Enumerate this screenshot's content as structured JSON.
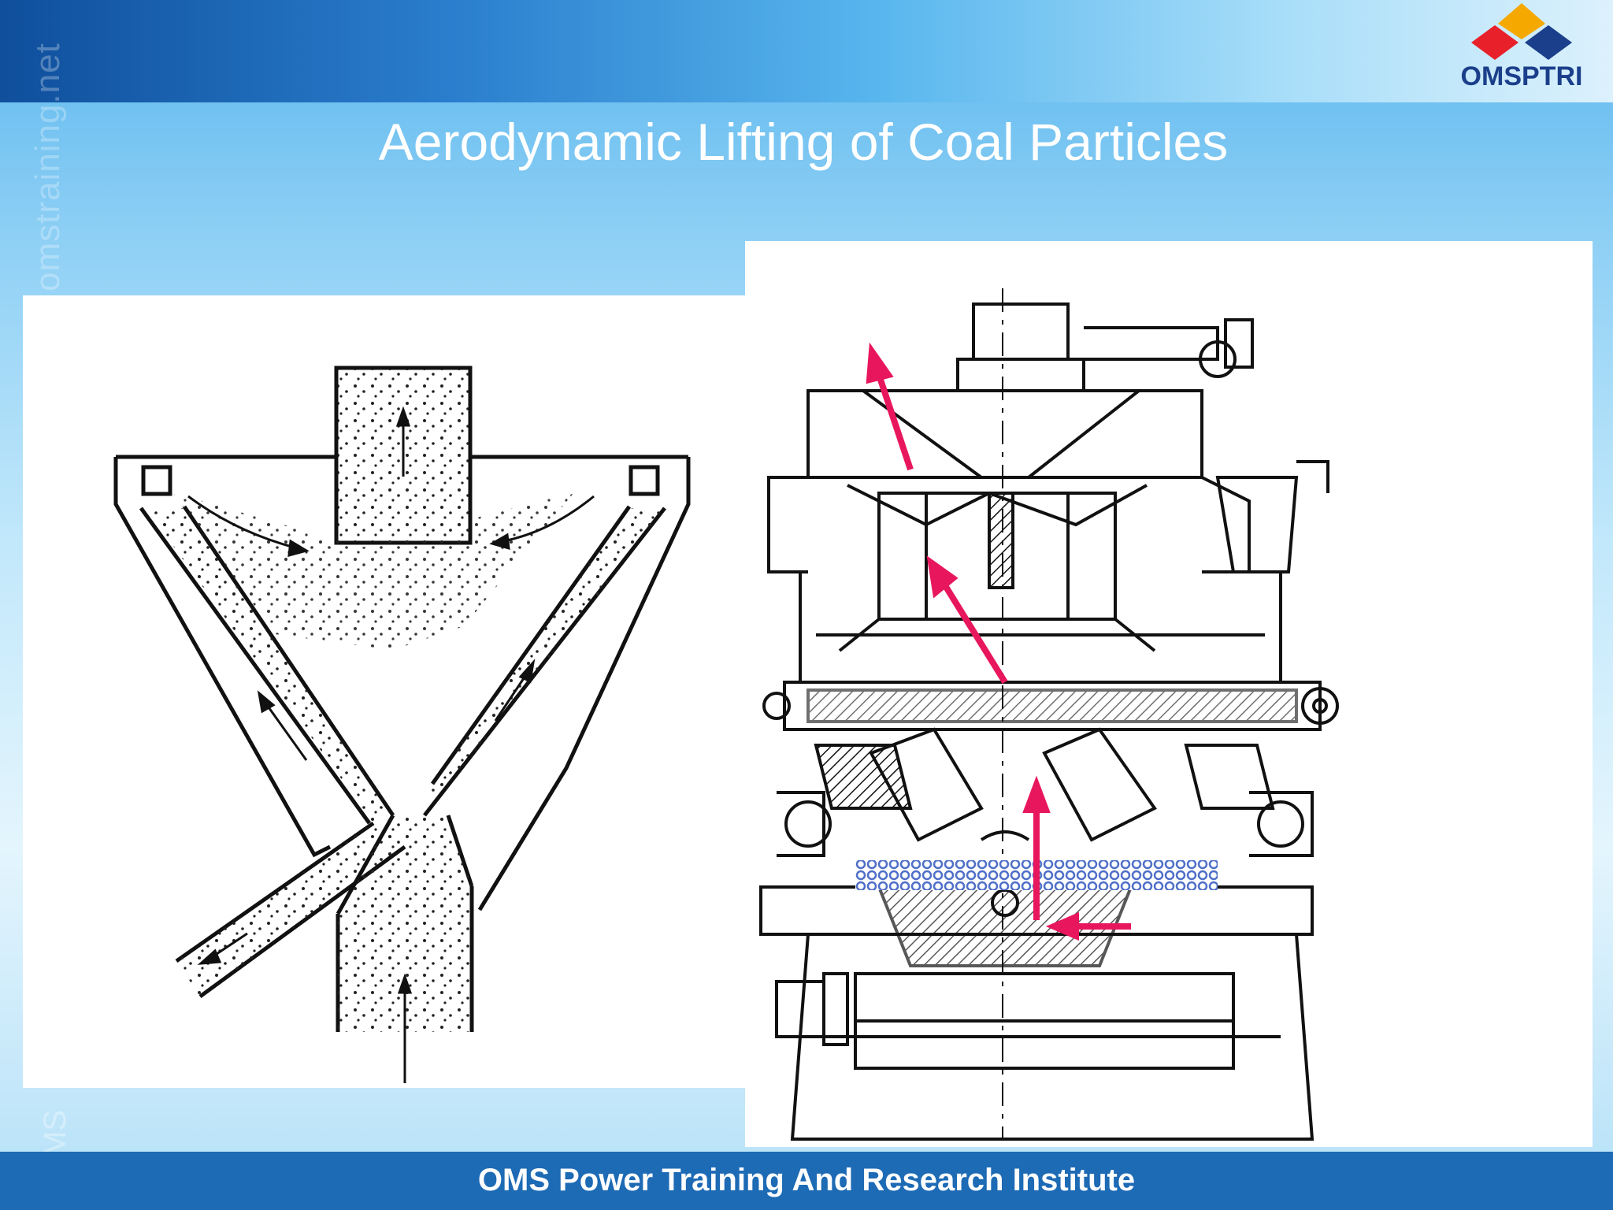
{
  "slide": {
    "title": "Aerodynamic Lifting of Coal Particles",
    "footer": "OMS Power Training And Research Institute",
    "watermark_side": "omstraining.net",
    "watermark_bottom": "OMS"
  },
  "logo": {
    "text": "OMSPTRI",
    "colors": [
      "#f5a900",
      "#e8202a",
      "#1b3f8b"
    ]
  },
  "figures": {
    "left": {
      "description_icon": "classifier-cross-section-diagram"
    },
    "right": {
      "description_icon": "bowl-mill-cross-section-diagram"
    }
  },
  "colors": {
    "arrow": "#e8175d",
    "footer_bg": "#1d6ab5",
    "header_bg": "#0f4f9c",
    "grid_band": "#4f6fc8"
  }
}
